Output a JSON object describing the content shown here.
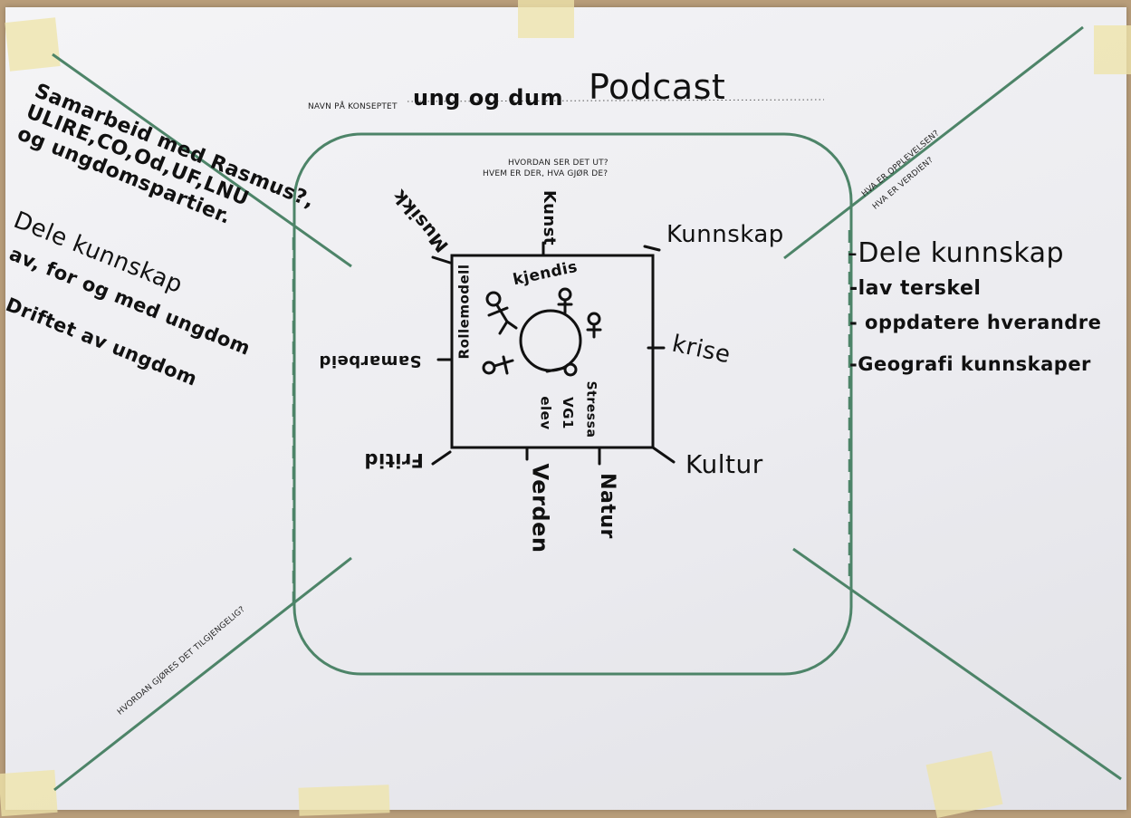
{
  "concept": {
    "label": "NAVN PÅ KONSEPTET",
    "name": "ung og dum",
    "name_big": "Podcast"
  },
  "center": {
    "question_line1": "HVORDAN SER DET UT?",
    "question_line2": "HVEM ER DER, HVA GJØR DE?",
    "inside": {
      "kjendis": "kjendis",
      "rollemodell": "Rollemodell",
      "stressa": "Stressa",
      "vg1": "VG1",
      "elev": "elev"
    },
    "around": {
      "musikk": "Musikk",
      "kunst": "Kunst",
      "kunnskap": "Kunnskap",
      "krise": "krise",
      "kultur": "Kultur",
      "natur": "Natur",
      "verden": "Verden",
      "fritid": "Fritid",
      "samarbeid": "Samarbeid"
    }
  },
  "right": {
    "question_line1": "HVA ER OPPLEVELSEN?",
    "question_line2": "HVA ER VERDIEN?",
    "items": [
      "-Dele kunnskap",
      "-lav terskel",
      "- oppdatere hverandre",
      "-Geografi kunnskaper"
    ]
  },
  "left": {
    "question": "HVORDAN GJØRES DET TILGJENGELIG?",
    "lines_angled": [
      "Samarbeid med Rasmus?,",
      "ULIRE,CO,Od,UF,LNU",
      "og ungdomspartier."
    ],
    "lines_flat": [
      "Dele kunnskap",
      "av, for og med ungdom",
      "Driftet av ungdom"
    ]
  },
  "colors": {
    "frame_green": "#4d8468",
    "ink": "#111111",
    "paper": "#ededf0",
    "tape": "#eee4aa",
    "background": "#b89d7a"
  }
}
